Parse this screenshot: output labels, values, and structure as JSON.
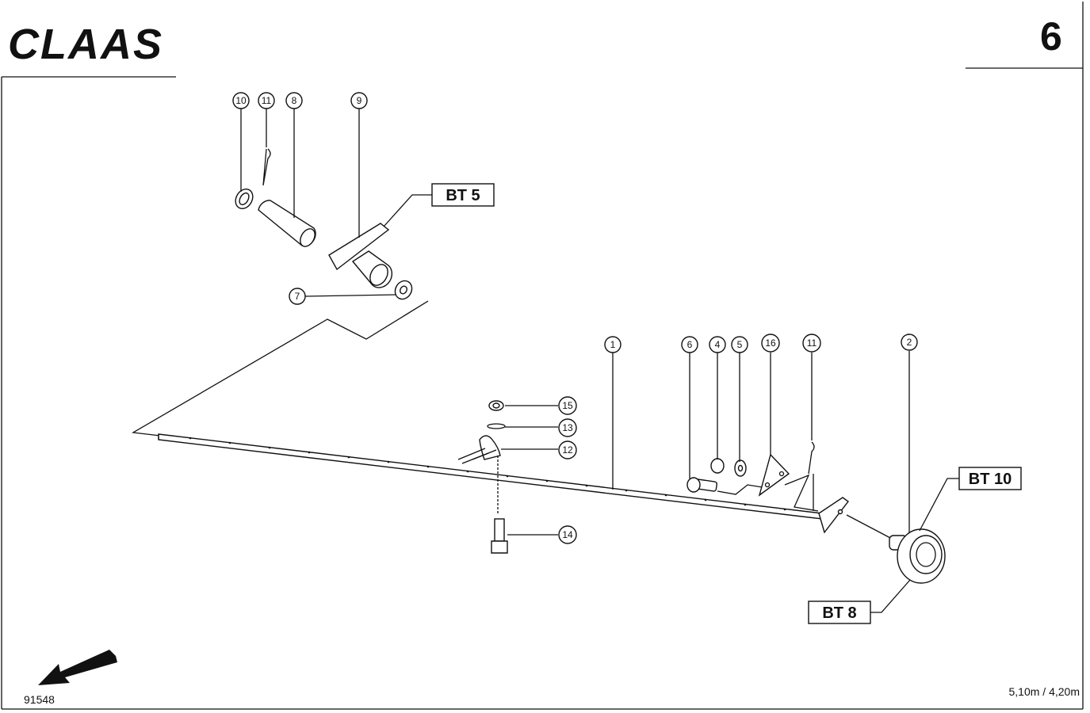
{
  "header": {
    "logo": "CLAAS",
    "page_number": "6"
  },
  "footer": {
    "drawing_number": "91548",
    "variant": "5,10m / 4,20m"
  },
  "references": {
    "bt5": "BT 5",
    "bt10": "BT 10",
    "bt8": "BT 8"
  },
  "callouts": {
    "c1": "1",
    "c2": "2",
    "c4": "4",
    "c5": "5",
    "c6": "6",
    "c7": "7",
    "c8": "8",
    "c9": "9",
    "c10": "10",
    "c11a": "11",
    "c11b": "11",
    "c12": "12",
    "c13": "13",
    "c14": "14",
    "c15": "15",
    "c16": "16"
  }
}
